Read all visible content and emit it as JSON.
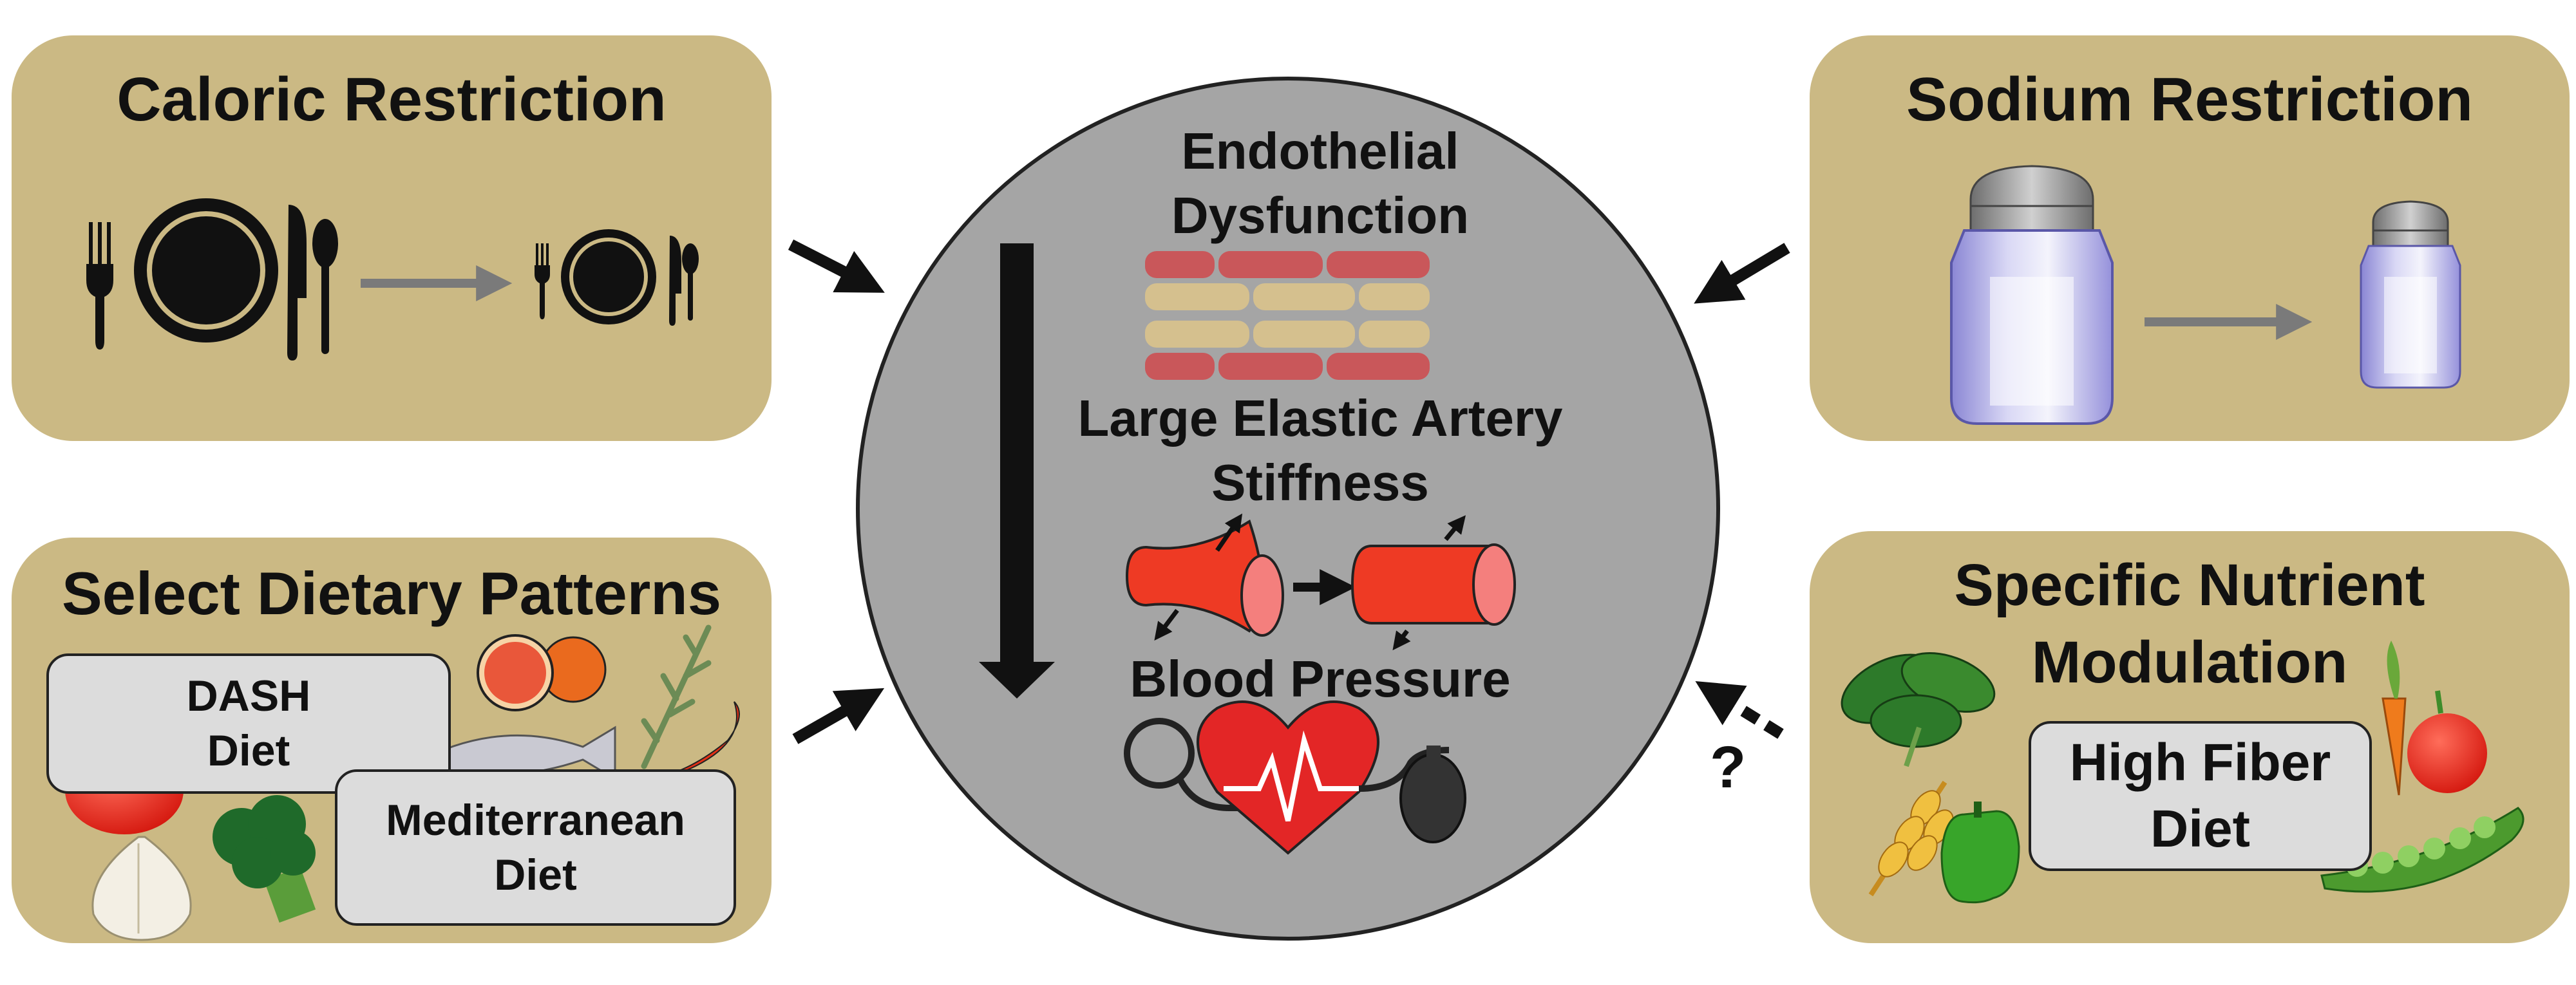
{
  "panels": {
    "caloric": {
      "title": "Caloric Restriction"
    },
    "sodium": {
      "title": "Sodium Restriction"
    },
    "dietary": {
      "title": "Select Dietary Patterns",
      "box1": "DASH\nDiet",
      "box2": "Mediterranean\nDiet"
    },
    "nutrient": {
      "title": "Specific Nutrient\nModulation",
      "box": "High Fiber\nDiet"
    }
  },
  "center": {
    "label1": "Endothelial\nDysfunction",
    "label2": "Large Elastic Artery\nStiffness",
    "label3": "Blood Pressure"
  },
  "question_mark": "?",
  "colors": {
    "panel": "#cbb984",
    "circle": "#a5a5a5",
    "artery": "#ee3a24",
    "heart": "#e32626",
    "endothelium_red": "#c9575a",
    "endothelium_tan": "#d5c08e"
  }
}
